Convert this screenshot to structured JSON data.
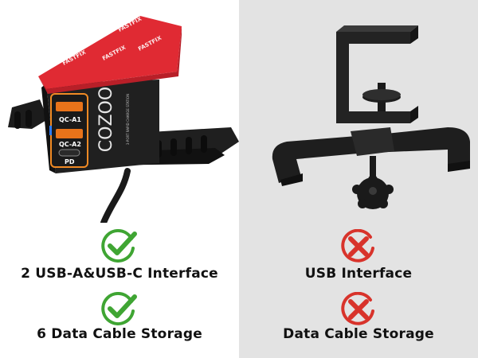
{
  "colors": {
    "check": "#3fa533",
    "cross": "#d8332b",
    "left_background": "#ffffff",
    "right_background": "#e3e3e3",
    "accent_orange": "#f08a24",
    "adhesive_red": "#e02a33"
  },
  "left": {
    "product": {
      "brand": "COZOO",
      "subtitle": "3-PORT RAPID CHARGE STATION",
      "port_labels": [
        "QC-A1",
        "QC-A2",
        "PD"
      ],
      "tape_text": "FASTFIX"
    },
    "features": [
      {
        "icon": "check-icon",
        "text": "2 USB-A&USB-C Interface"
      },
      {
        "icon": "check-icon",
        "text": "6 Data Cable Storage"
      }
    ]
  },
  "right": {
    "features": [
      {
        "icon": "cross-icon",
        "text": "USB Interface"
      },
      {
        "icon": "cross-icon",
        "text": "Data Cable Storage"
      }
    ]
  }
}
